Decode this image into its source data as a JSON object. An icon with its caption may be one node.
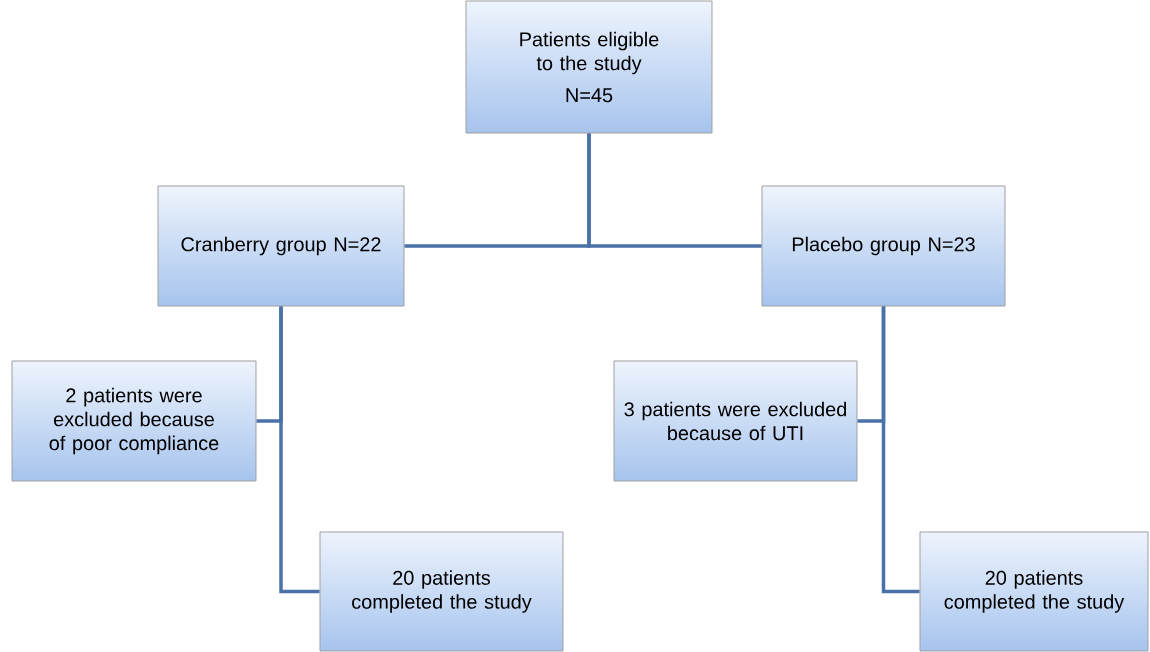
{
  "diagram": {
    "nodes": [
      {
        "text": [
          "Patients eligible to the study",
          "N=45"
        ]
      },
      {
        "text": [
          "Cranberry group N=22"
        ]
      },
      {
        "text": [
          "Placebo group N=23"
        ]
      },
      {
        "text": [
          "2 patients were excluded because of poor compliance"
        ]
      },
      {
        "text": [
          "3 patients were excluded because of UTI"
        ]
      },
      {
        "text": [
          "20 patients completed the study"
        ]
      },
      {
        "text": [
          "20 patients completed the study"
        ]
      }
    ],
    "edges": [
      {
        "from": 0,
        "to": 1,
        "arrow": "none"
      },
      {
        "from": 0,
        "to": 2,
        "arrow": "none"
      },
      {
        "from": 1,
        "to": 3,
        "arrow": "none"
      },
      {
        "from": 1,
        "to": 5,
        "arrow": "none"
      },
      {
        "from": 2,
        "to": 4,
        "arrow": "none"
      },
      {
        "from": 2,
        "to": 6,
        "arrow": "none"
      }
    ]
  }
}
